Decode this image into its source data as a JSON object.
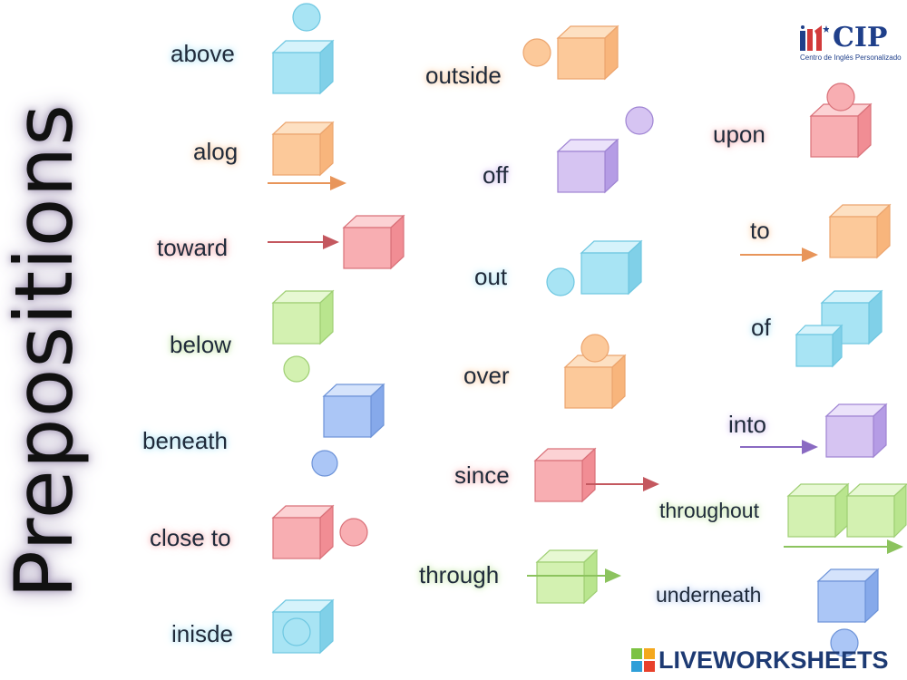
{
  "title": "Prepositions",
  "logo": {
    "brand": "CIP",
    "tagline": "Centro de Inglés Personalizado"
  },
  "watermark": "LIVEWORKSHEETS",
  "colors": {
    "blue": "#9fe0f2",
    "orange": "#fbc38e",
    "red": "#f7a3a8",
    "green": "#cdf0a8",
    "purple": "#cdb8ee",
    "navy": "#a6c3f5"
  },
  "words": {
    "above": "above",
    "alog": "alog",
    "toward": "toward",
    "below": "below",
    "beneath": "beneath",
    "close_to": "close to",
    "inisde": "inisde",
    "outside": "outside",
    "off": "off",
    "out": "out",
    "over": "over",
    "since": "since",
    "through": "through",
    "upon": "upon",
    "to": "to",
    "of": "of",
    "into": "into",
    "throughout": "throughout",
    "underneath": "underneath"
  }
}
